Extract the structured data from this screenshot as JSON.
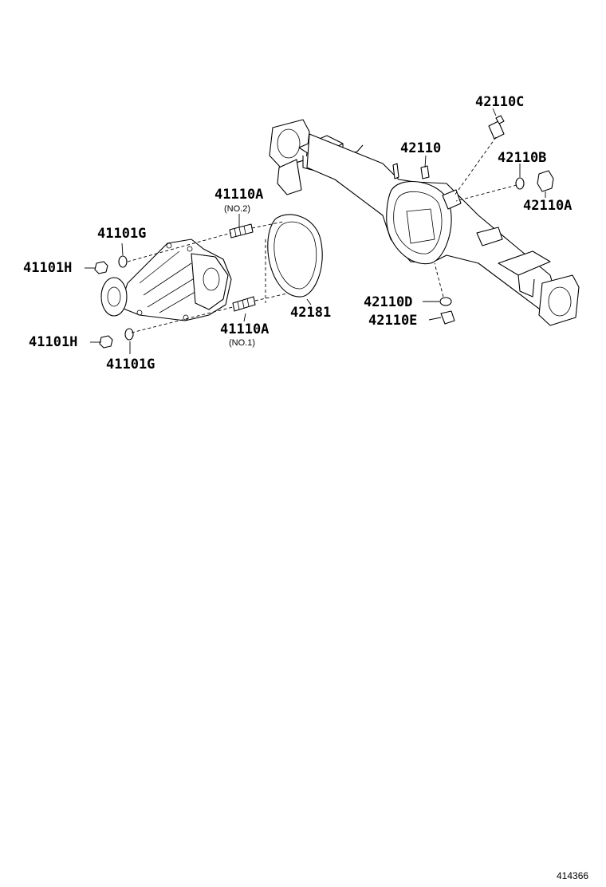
{
  "labels": {
    "p42110C": "42110C",
    "p42110": "42110",
    "p42110B": "42110B",
    "p42110A": "42110A",
    "p41110A_top": "41110A",
    "p41110A_top_sub": "(NO.2)",
    "p41101G_top": "41101G",
    "p41101H_top": "41101H",
    "p42181": "42181",
    "p41110A_bottom": "41110A",
    "p41110A_bottom_sub": "(NO.1)",
    "p41101H_bottom": "41101H",
    "p41101G_bottom": "41101G",
    "p42110D": "42110D",
    "p42110E": "42110E"
  },
  "diagram_ref": "414366"
}
